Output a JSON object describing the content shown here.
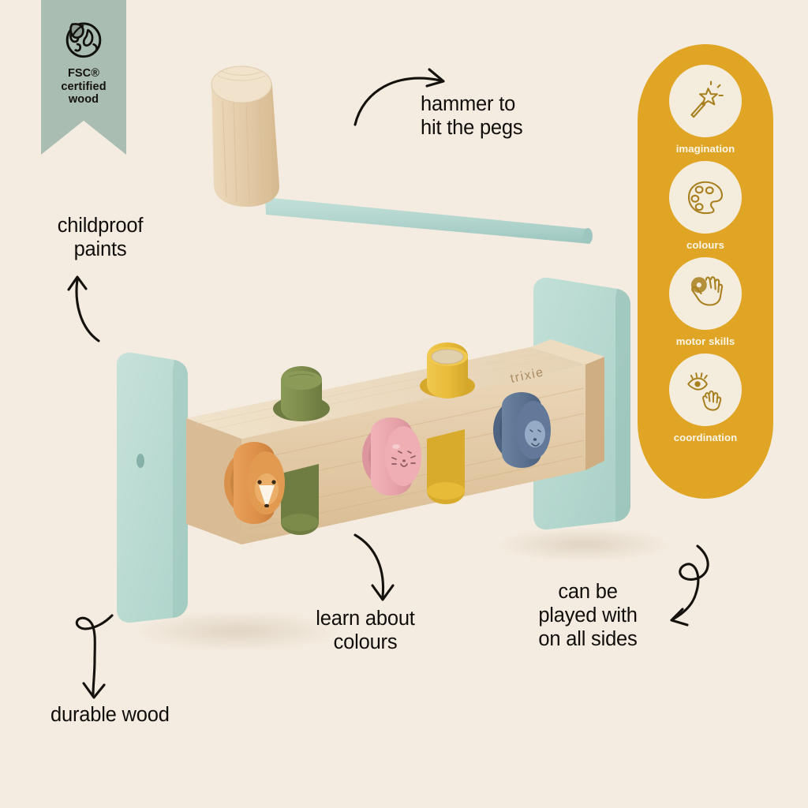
{
  "background_color": "#f4ece0",
  "badge": {
    "icon": "globe-leaf-icon",
    "line1": "FSC®",
    "line2": "certified",
    "line3": "wood",
    "color": "#a9bdb2"
  },
  "benefits_panel": {
    "color": "#e0a524",
    "circle_color": "#f4ecdd",
    "items": [
      {
        "icon": "magic-wand-icon",
        "label": "imagination"
      },
      {
        "icon": "paint-palette-icon",
        "label": "colours"
      },
      {
        "icon": "hand-holding-ring-icon",
        "label": "motor skills"
      },
      {
        "icon": "eye-hand-icon",
        "label": "coordination"
      }
    ]
  },
  "annotations": {
    "hammer": {
      "line1": "hammer to",
      "line2": "hit the pegs"
    },
    "childproof": {
      "line1": "childproof",
      "line2": "paints"
    },
    "learn": {
      "line1": "learn about",
      "line2": "colours"
    },
    "sides": {
      "line1": "can be",
      "line2": "played with",
      "line3": "on all sides"
    },
    "durable": {
      "line1": "durable wood"
    }
  },
  "product": {
    "brand_mark": "trixie",
    "wood_color": "#e3caa6",
    "panel_color": "#b7dbd2",
    "hammer_handle_color": "#afd6cf",
    "hammer_head_color": "#e6d2b3",
    "pegs": [
      {
        "name": "green-peg",
        "color": "#7d8b4a"
      },
      {
        "name": "yellow-peg",
        "color": "#e8bd3c"
      },
      {
        "name": "orange-fox-peg",
        "color": "#df9148"
      },
      {
        "name": "pink-cat-peg",
        "color": "#e8a5ac"
      },
      {
        "name": "blue-animal-peg",
        "color": "#5b738f"
      }
    ]
  }
}
